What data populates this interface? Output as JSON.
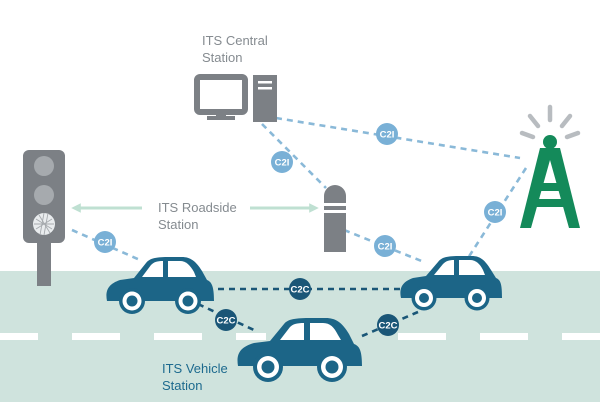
{
  "labels": {
    "central": "ITS Central\nStation",
    "roadside": "ITS Roadside\nStation",
    "vehicle": "ITS Vehicle\nStation"
  },
  "links": {
    "c2i": "C2I",
    "c2c": "C2C"
  },
  "colors": {
    "road": "#cfe3dd",
    "lane_marking": "#ffffff",
    "car": "#1c6587",
    "link": "#8ab9d8",
    "c2i_badge": "#79b0d6",
    "c2c_badge": "#1a5677",
    "antenna": "#148a5a",
    "device_gray": "#7c8085",
    "roadside_arrow": "#bfe0d2"
  },
  "icons": [
    "desktop-computer-icon",
    "traffic-light-icon",
    "roadside-unit-icon",
    "antenna-tower-icon",
    "car-icon"
  ]
}
